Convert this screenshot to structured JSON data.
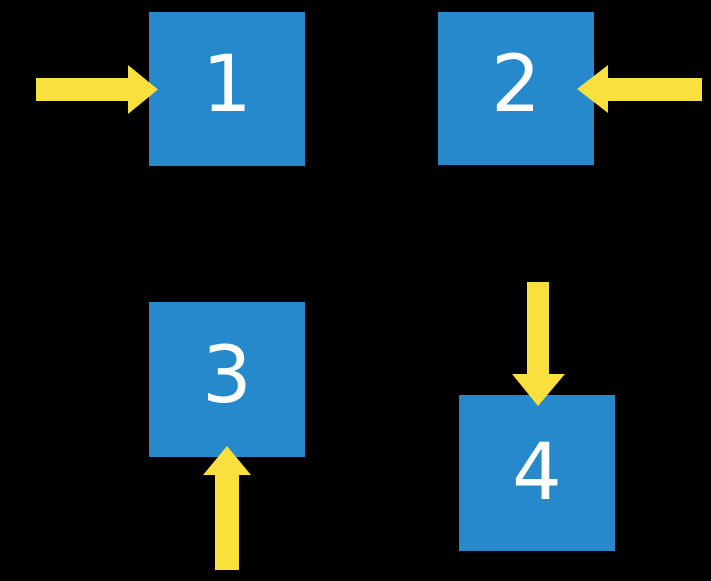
{
  "colors": {
    "background": "#000000",
    "square": "#2589CB",
    "arrow": "#F9E03D",
    "number": "#FFFFFF"
  },
  "squares": [
    {
      "label": "1",
      "arrow_direction": "right",
      "arrow_enters_from": "left"
    },
    {
      "label": "2",
      "arrow_direction": "left",
      "arrow_enters_from": "right"
    },
    {
      "label": "3",
      "arrow_direction": "up",
      "arrow_enters_from": "bottom"
    },
    {
      "label": "4",
      "arrow_direction": "down",
      "arrow_enters_from": "top"
    }
  ]
}
